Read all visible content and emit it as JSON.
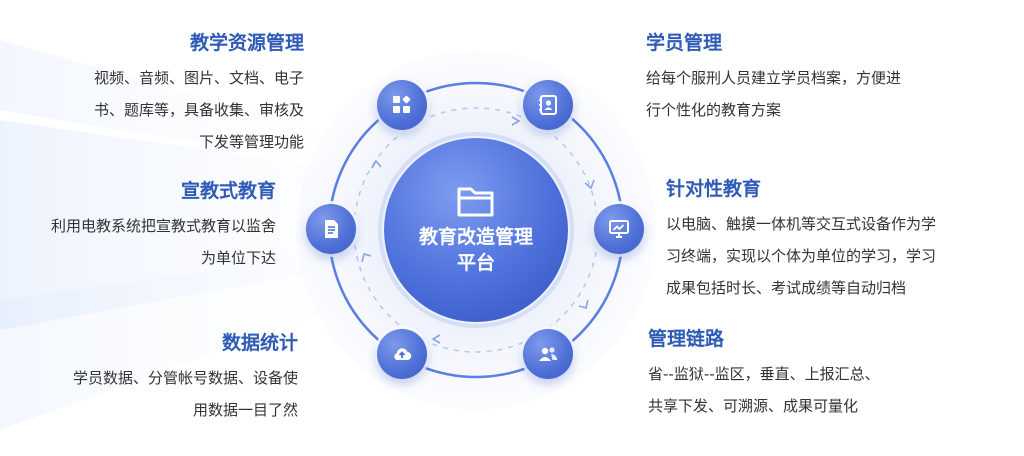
{
  "hub": {
    "title_lines": [
      "教育改造管理",
      "平台"
    ],
    "icon": "folder-icon"
  },
  "features": [
    {
      "id": "resource",
      "title": "教学资源管理",
      "lines": [
        "视频、音频、图片、文档、电子",
        "书、题库等，具备收集、审核及",
        "下发等管理功能"
      ],
      "icon": "grid-apps-icon"
    },
    {
      "id": "student",
      "title": "学员管理",
      "lines": [
        "给每个服刑人员建立学员档案，方便进",
        "行个性化的教育方案"
      ],
      "icon": "profile-book-icon"
    },
    {
      "id": "broadcast",
      "title": "宣教式教育",
      "lines": [
        "利用电教系统把宣教式教育以监舍",
        "为单位下达"
      ],
      "icon": "document-icon"
    },
    {
      "id": "targeted",
      "title": "针对性教育",
      "lines": [
        "以电脑、触摸一体机等交互式设备作为学",
        "习终端，实现以个体为单位的学习，学习",
        "成果包括时长、考试成绩等自动归档"
      ],
      "icon": "monitor-chart-icon"
    },
    {
      "id": "stats",
      "title": "数据统计",
      "lines": [
        "学员数据、分管帐号数据、设备使",
        "用数据一目了然"
      ],
      "icon": "cloud-upload-icon"
    },
    {
      "id": "chain",
      "title": "管理链路",
      "lines": [
        "省--监狱--监区，垂直、上报汇总、",
        "共享下发、可溯源、成果可量化"
      ],
      "icon": "users-icon"
    }
  ],
  "colors": {
    "accent": "#2f5bb7",
    "node": "#4d6fd6",
    "hub": "#4a6fd8",
    "ring": "#5b7fe0",
    "text": "#333333"
  }
}
